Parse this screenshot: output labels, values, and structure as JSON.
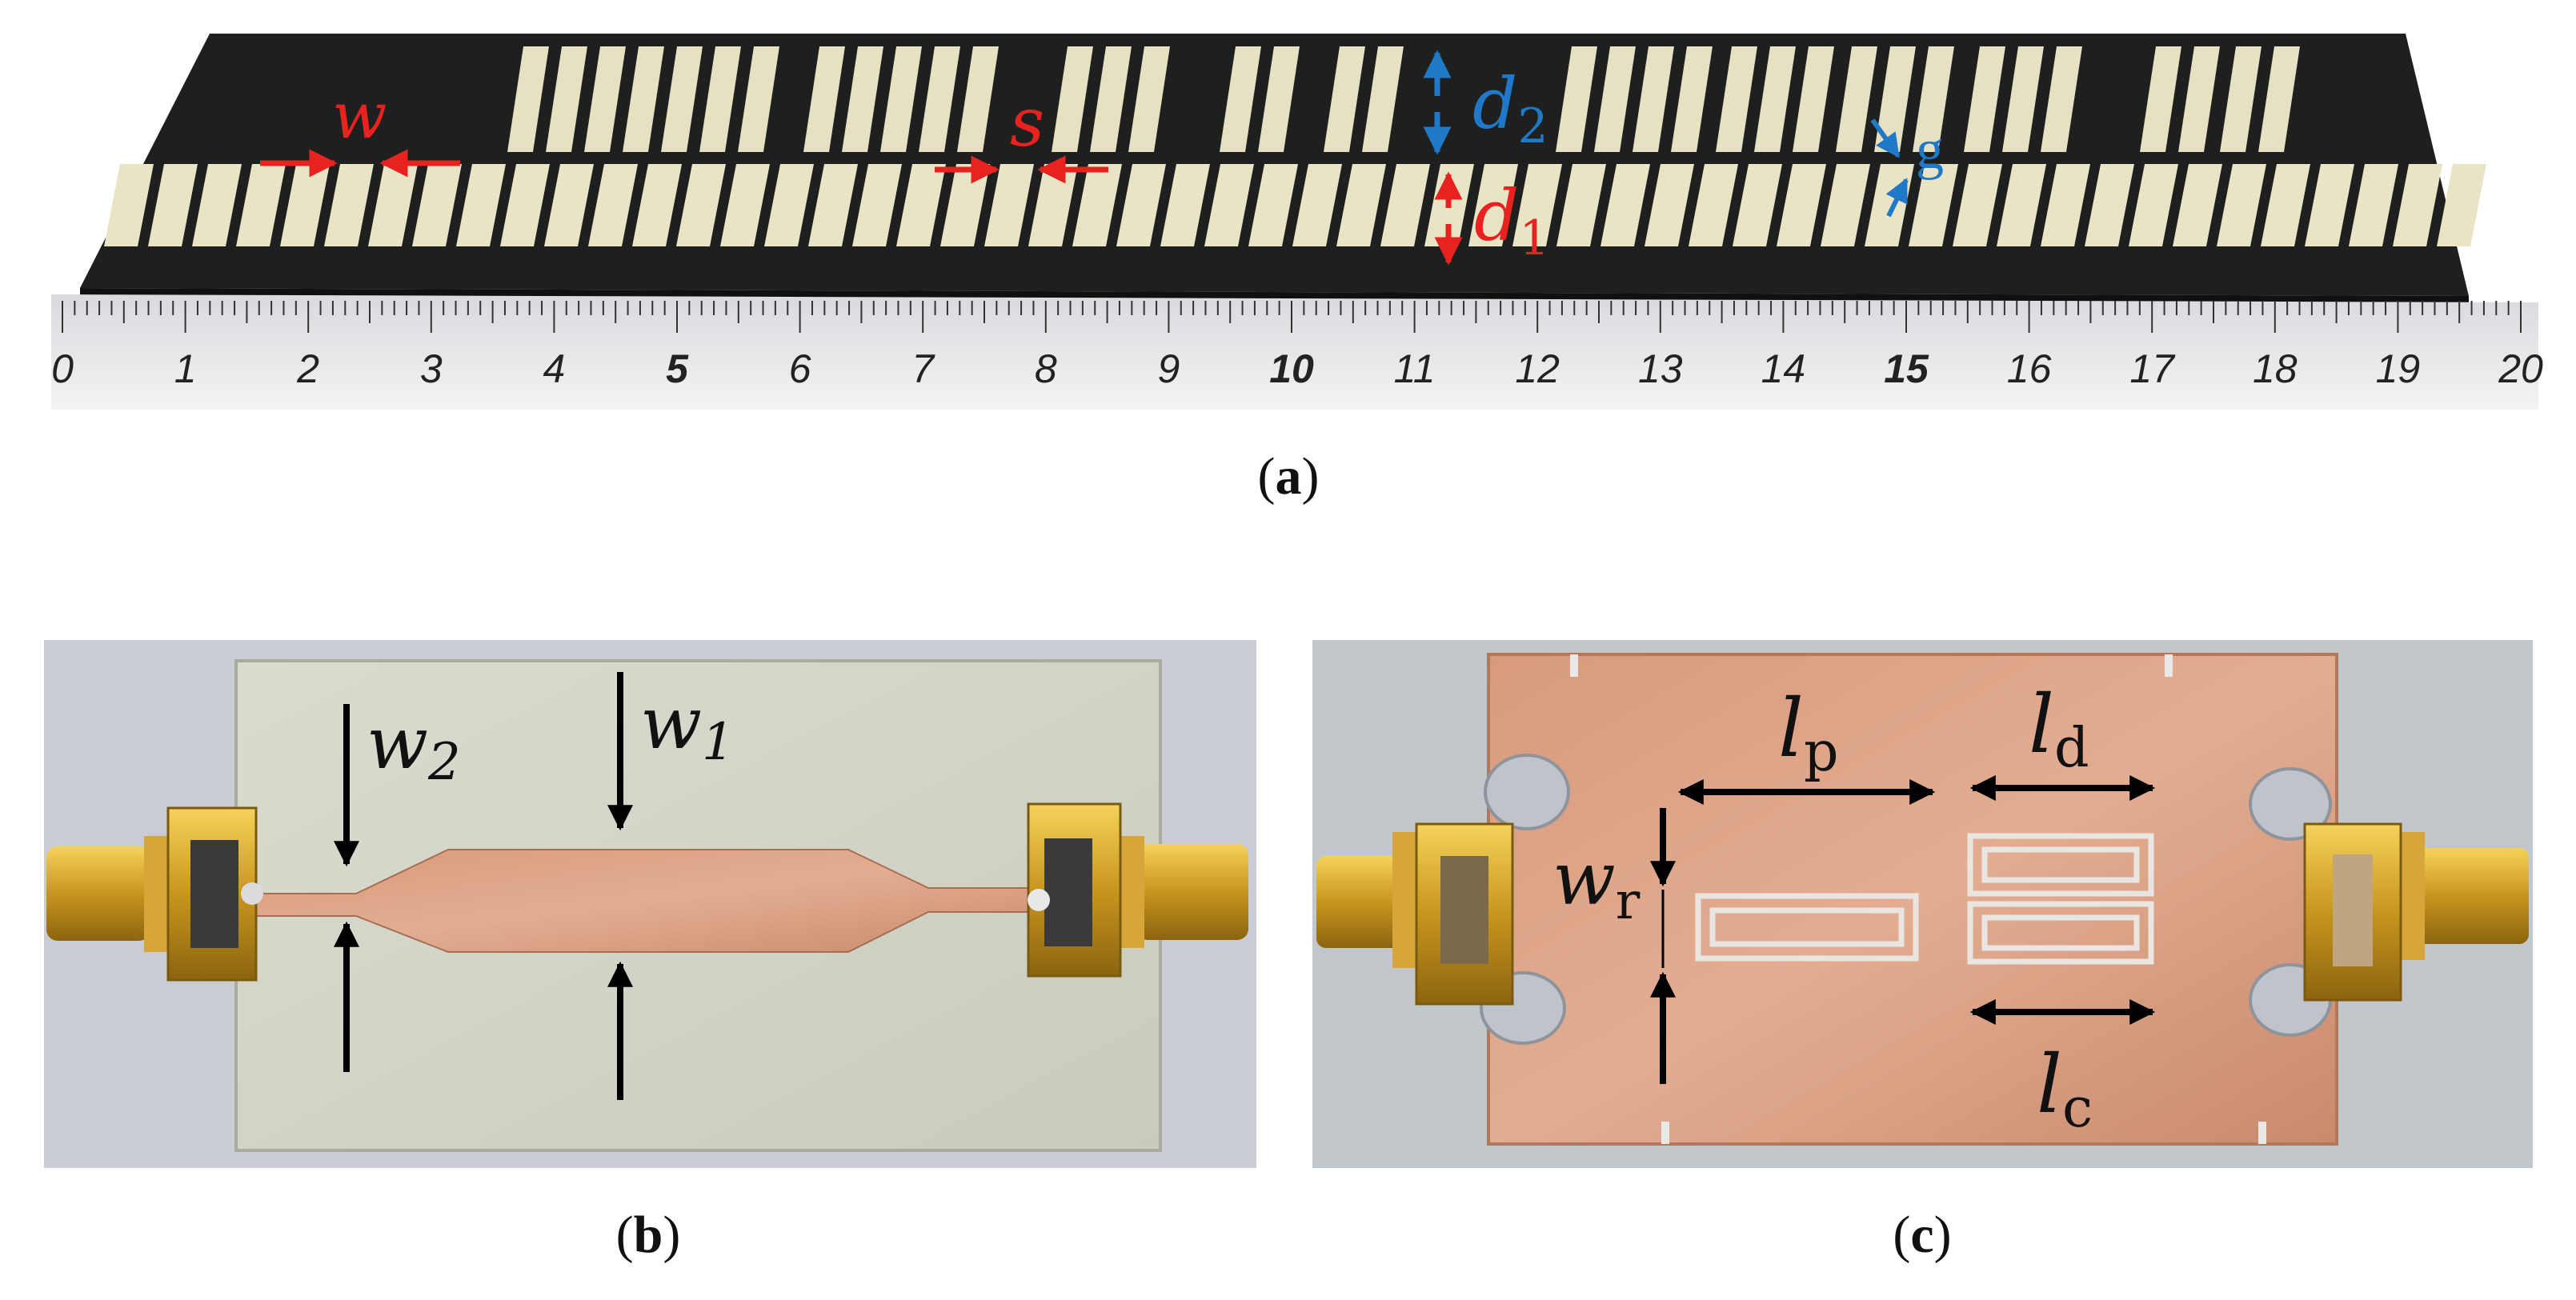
{
  "panel_a": {
    "caption_open": "(",
    "caption_letter": "a",
    "caption_close": ")",
    "ruler_ticks": [
      "0",
      "1",
      "2",
      "3",
      "4",
      "5",
      "6",
      "7",
      "8",
      "9",
      "10",
      "11",
      "12",
      "13",
      "14",
      "15",
      "16",
      "17",
      "18",
      "19",
      "20"
    ],
    "labels": {
      "w": "w",
      "s": "s",
      "d2": "d",
      "d2_sub": "2",
      "d1": "d",
      "d1_sub": "1",
      "g": "g"
    }
  },
  "panel_b": {
    "caption_open": "(",
    "caption_letter": "b",
    "caption_close": ")",
    "labels": {
      "w2": "w",
      "w2_sub": "2",
      "w1": "w",
      "w1_sub": "1"
    }
  },
  "panel_c": {
    "caption_open": "(",
    "caption_letter": "c",
    "caption_close": ")",
    "labels": {
      "lp": "l",
      "lp_sub": "p",
      "ld": "l",
      "ld_sub": "d",
      "wr": "w",
      "wr_sub": "r",
      "lc": "l",
      "lc_sub": "c"
    }
  },
  "colors": {
    "red": "#e8231f",
    "blue": "#1f78c8",
    "black": "#000000"
  }
}
